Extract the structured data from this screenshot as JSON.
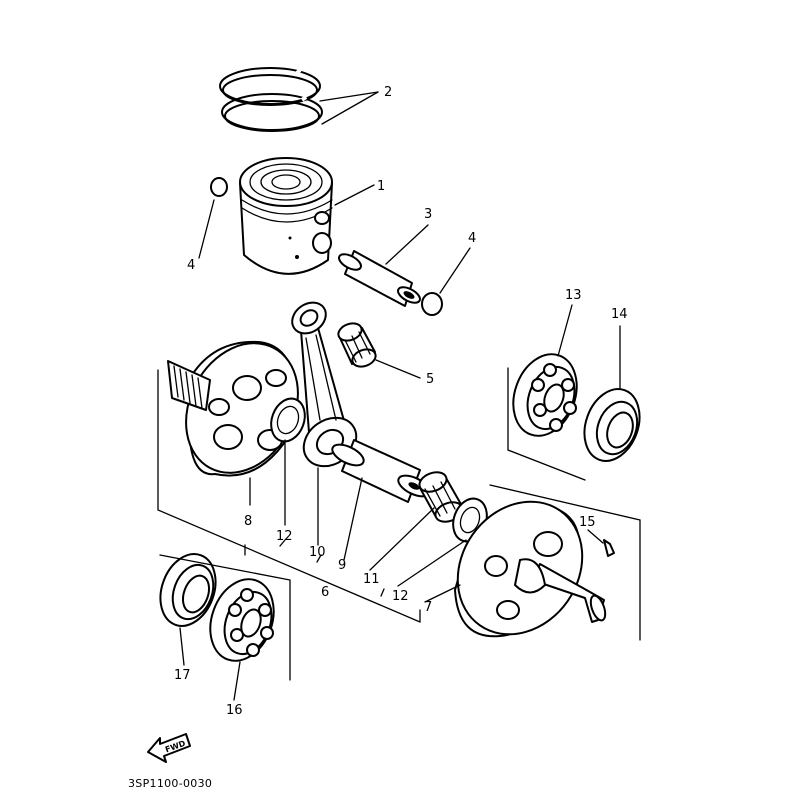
{
  "diagram": {
    "drawing_code": "3SP1100-0030",
    "direction_mark": "FWD",
    "callouts": {
      "piston": "1",
      "piston_rings": "2",
      "piston_pin": "3",
      "circlip_left": "4",
      "circlip_right": "4",
      "small_end_bearing": "5",
      "crankshaft_assembly": "6",
      "crank_right": "7",
      "crank_left": "8",
      "crank_pin": "9",
      "connecting_rod": "10",
      "big_end_bearing": "11",
      "washer_left": "12",
      "washer_right": "12",
      "bearing_13": "13",
      "oil_seal_14": "14",
      "key_15": "15",
      "bearing_16": "16",
      "oil_seal_17": "17"
    }
  }
}
